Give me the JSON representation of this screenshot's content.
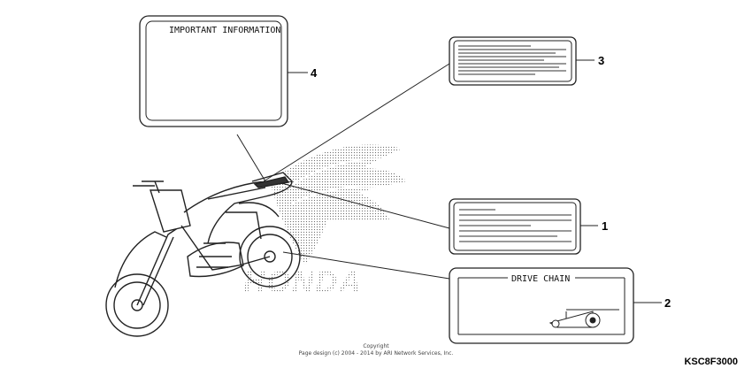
{
  "labels": {
    "important_info": {
      "callout": "4",
      "title": "IMPORTANT INFORMATION"
    },
    "label_3": {
      "callout": "3"
    },
    "label_1": {
      "callout": "1"
    },
    "drive_chain": {
      "callout": "2",
      "title": "DRIVE CHAIN"
    }
  },
  "watermark": {
    "brand": "HONDA"
  },
  "footer": {
    "copyright_line1": "Copyright",
    "copyright_line2": "Page design (c) 2004 - 2014 by ARI Network Services, Inc.",
    "diagram_code": "KSC8F3000"
  }
}
